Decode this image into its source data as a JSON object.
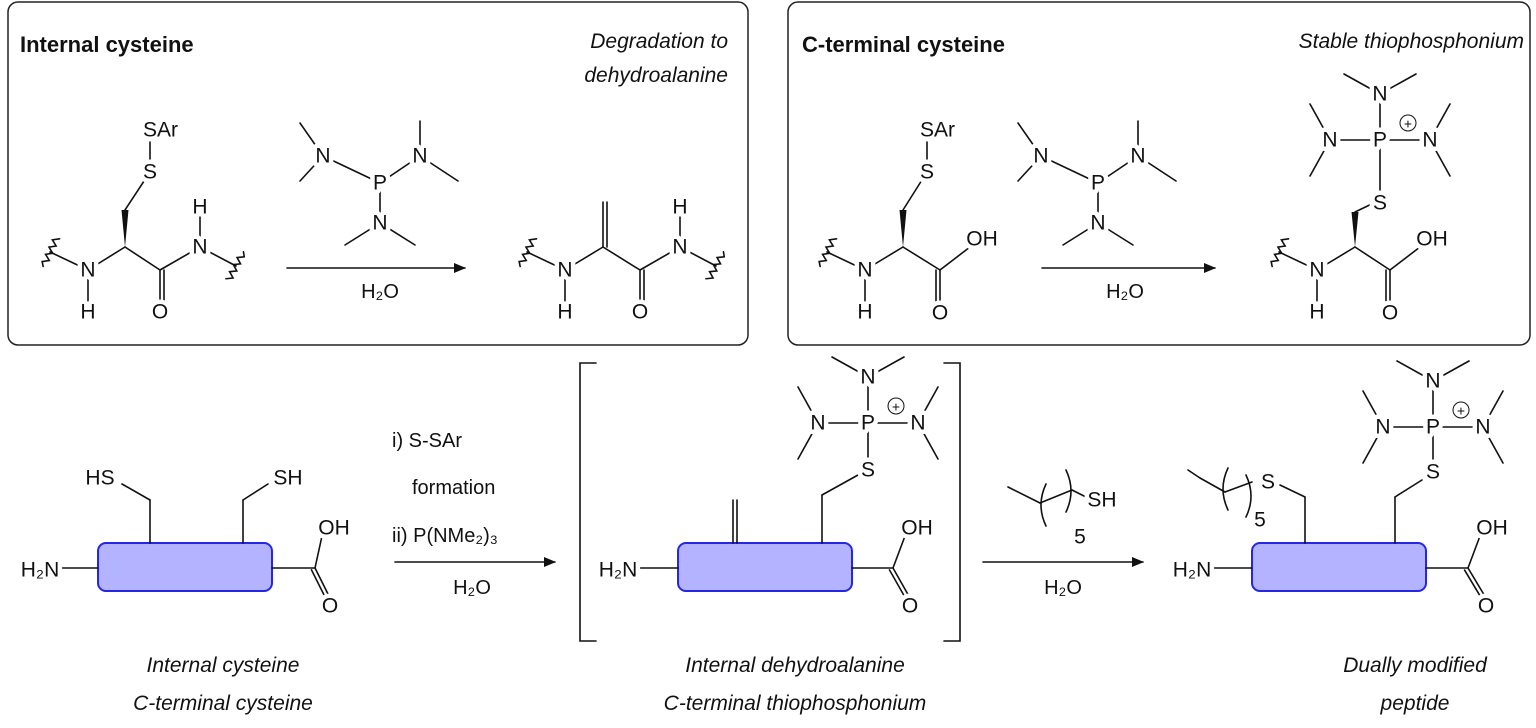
{
  "panels": {
    "internal": {
      "title": "Internal cysteine",
      "note_line1": "Degradation to",
      "note_line2": "dehydroalanine"
    },
    "cterminal": {
      "title": "C-terminal cysteine",
      "note": "Stable thiophosphonium"
    }
  },
  "conditions": {
    "water": "H₂O",
    "step1": "i) S-SAr",
    "step1b": "formation",
    "step2": "ii) P(NMe₂)₃",
    "thiol_repeat": "5"
  },
  "captions": {
    "start_line1": "Internal cysteine",
    "start_line2": "C-terminal cysteine",
    "intermediate_line1": "Internal dehydroalanine",
    "intermediate_line2": "C-terminal thiophosphonium",
    "product_line1": "Dually modified",
    "product_line2": "peptide"
  },
  "atoms": {
    "N": "N",
    "H": "H",
    "O": "O",
    "S": "S",
    "P": "P",
    "OH": "OH",
    "SAr": "SAr",
    "SH": "SH",
    "HS": "HS",
    "H2N": "H₂N",
    "five": "5",
    "plus": "+"
  },
  "colors": {
    "peptide_fill": "#b3b3ff",
    "peptide_stroke": "#2626e6"
  }
}
